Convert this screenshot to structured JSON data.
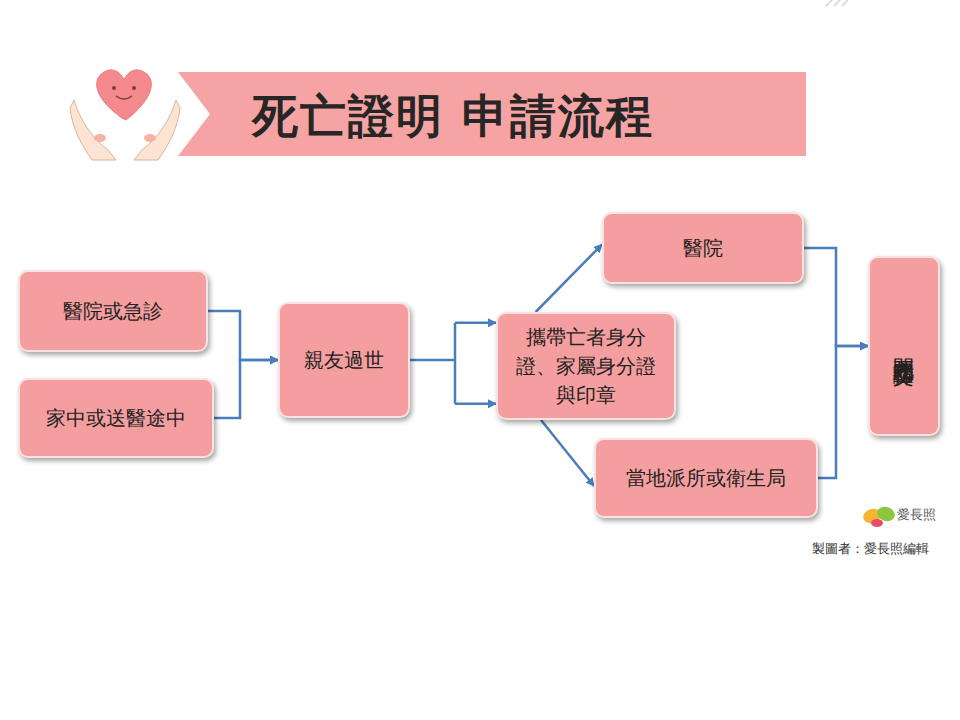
{
  "diagram": {
    "title": "死亡證明 申請流程",
    "nodes": [
      {
        "text": [
          "醫院或急診"
        ]
      },
      {
        "text": [
          "家中或送醫途中"
        ]
      },
      {
        "text": [
          "親友過世"
        ]
      },
      {
        "text": [
          "攜帶亡者身分證、家屬身分證與印章"
        ]
      },
      {
        "text": [
          "醫院"
        ]
      },
      {
        "text": [
          "當地派所或衛生局"
        ]
      },
      {
        "text": [
          "開立死亡證明文件"
        ]
      }
    ],
    "edges": [
      {
        "from": 0,
        "to": 2,
        "arrow": "to"
      },
      {
        "from": 1,
        "to": 2,
        "arrow": "to"
      },
      {
        "from": 2,
        "to": 3,
        "arrow": "to"
      },
      {
        "from": 3,
        "to": 4,
        "arrow": "to"
      },
      {
        "from": 3,
        "to": 5,
        "arrow": "to"
      },
      {
        "from": 4,
        "to": 6,
        "arrow": "to"
      },
      {
        "from": 5,
        "to": 6,
        "arrow": "to"
      }
    ],
    "labels": [
      "愛長照",
      "製圖者：愛長照編輯"
    ]
  }
}
